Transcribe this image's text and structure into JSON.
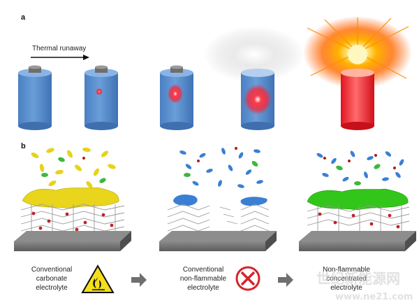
{
  "panel_a": {
    "letter": "a",
    "arrow_label": "Thermal runaway"
  },
  "panel_b": {
    "letter": "b",
    "col1_label": [
      "Conventional",
      "carbonate",
      "electrolyte"
    ],
    "col2_label": [
      "Conventional",
      "non-flammable",
      "electrolyte"
    ],
    "col3_label": [
      "Non-flammable",
      "concentrated",
      "electrolyte"
    ]
  },
  "watermark": {
    "line1": "世纪新能源网",
    "line2": "www.ne21.com"
  },
  "colors": {
    "battery_blue": "#5b8fd0",
    "hot_red": "#e51a2a",
    "carbonate_yellow": "#e8d51c",
    "nonflammable_blue": "#3a7fd3",
    "concentrated_green": "#33c61a",
    "substrate": "#6f6f6f"
  }
}
